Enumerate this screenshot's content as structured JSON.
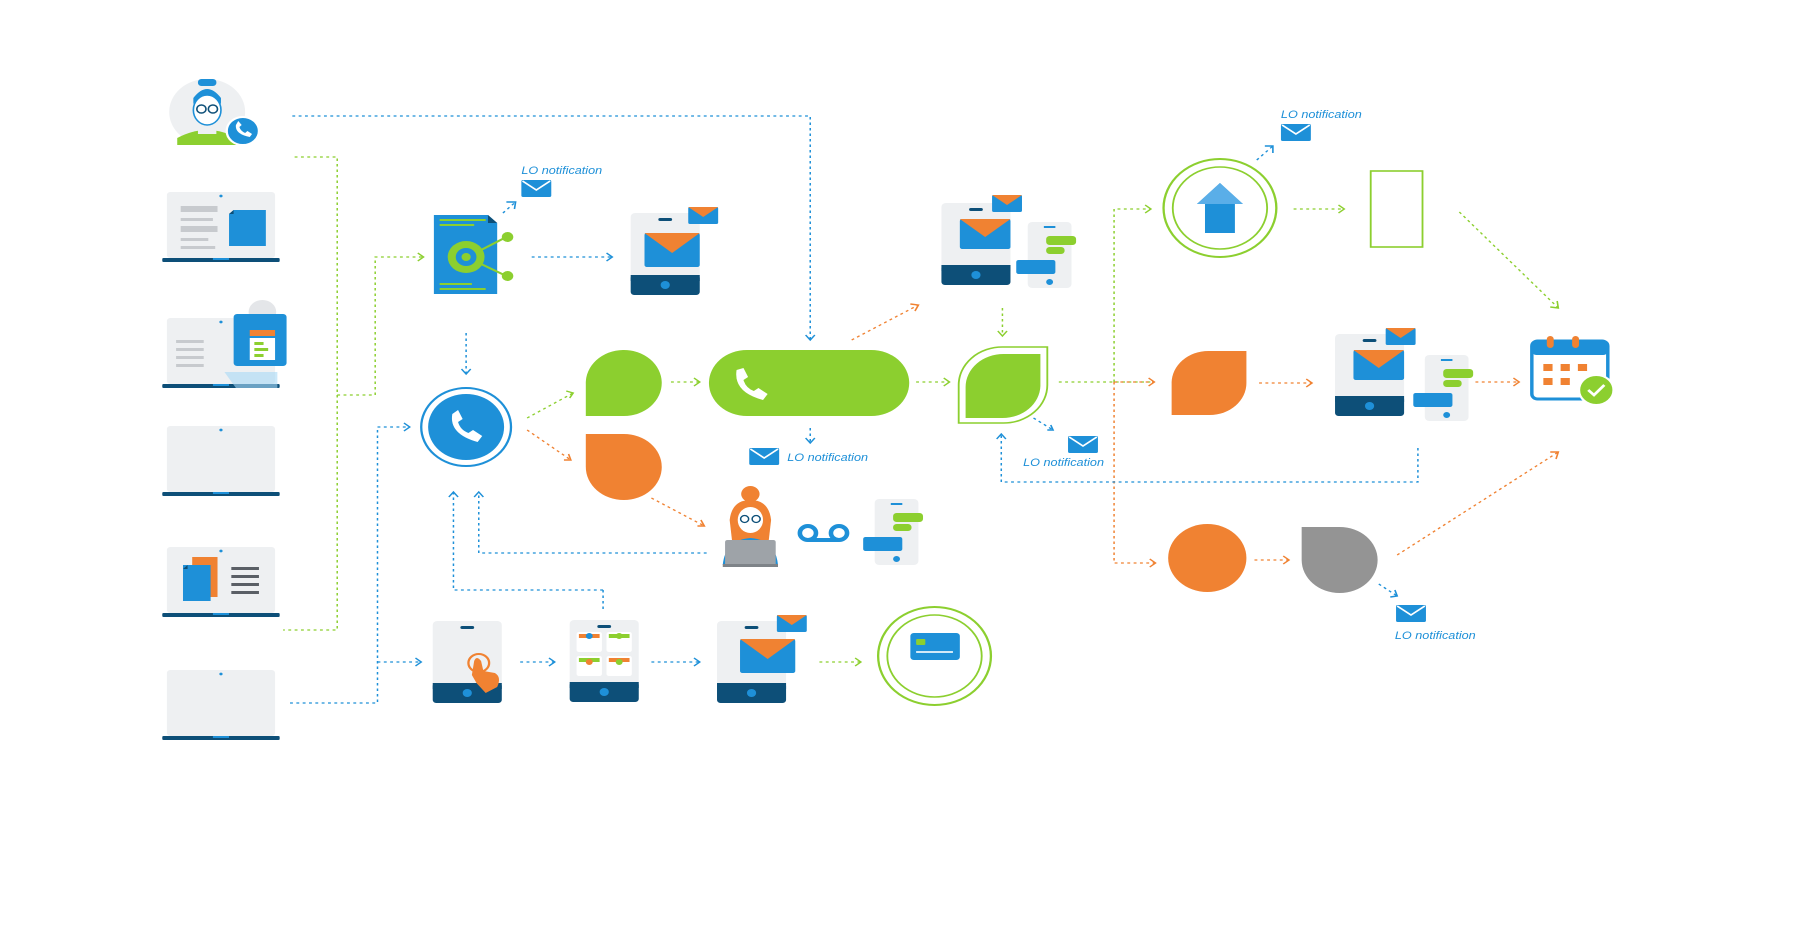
{
  "notifications": {
    "n1": "LO notification",
    "n2": "LO notification",
    "n3": "LO notification",
    "n4": "LO notification",
    "n5": "LO notification"
  },
  "colors": {
    "green": "#8ccf2f",
    "orange": "#f08232",
    "blue": "#1e90d8",
    "gray": "#949494",
    "navy": "#0d4f78",
    "light_gray": "#eef0f2"
  },
  "icons": [
    "agent-avatar-icon",
    "laptop-icon",
    "document-icon",
    "tablet-icon",
    "email-icon",
    "phone-call-icon",
    "text-message-icon",
    "voicemail-icon",
    "upload-icon",
    "credit-card-icon",
    "calendar-check-icon",
    "touch-icon"
  ]
}
